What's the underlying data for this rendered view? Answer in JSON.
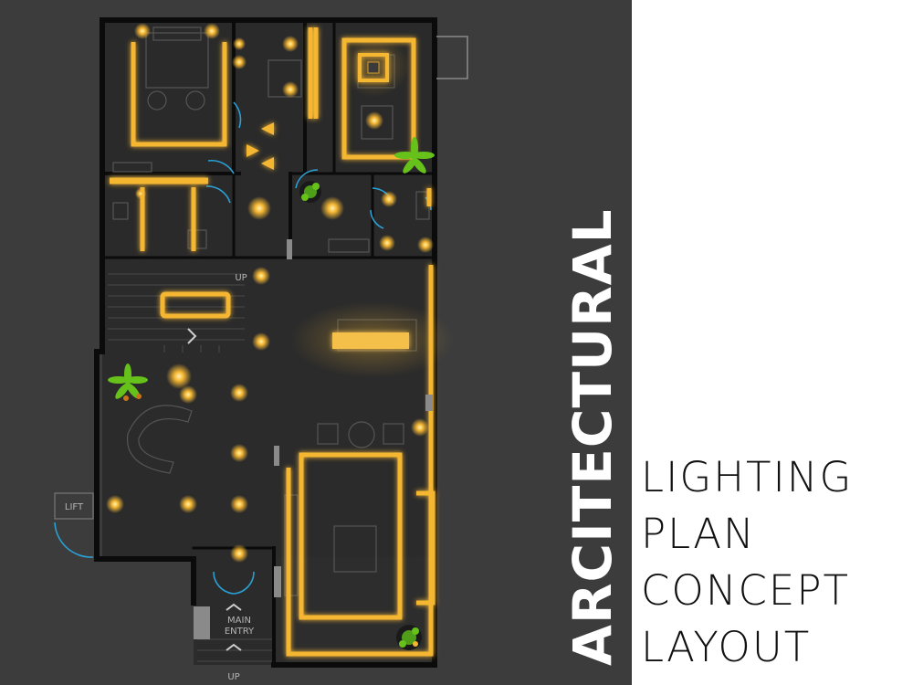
{
  "plan": {
    "labels": {
      "lift": "LIFT",
      "up_stair": "UP",
      "entry_line1": "MAIN",
      "entry_line2": "ENTRY",
      "up_bottom": "UP"
    }
  },
  "title": {
    "vertical": "ARCITECTURAL",
    "lines": [
      "LIGHTING",
      "PLAN",
      "CONCEPT",
      "LAYOUT"
    ]
  },
  "colors": {
    "background_dark": "#3c3c3c",
    "floor": "#2b2b2b",
    "walls": "#0d0d0d",
    "light_glow": "#f5b733",
    "door_arcs": "#2aa0d4",
    "plants": "#66c21a",
    "title_panel": "#ffffff",
    "title_text_dark": "#111111"
  }
}
